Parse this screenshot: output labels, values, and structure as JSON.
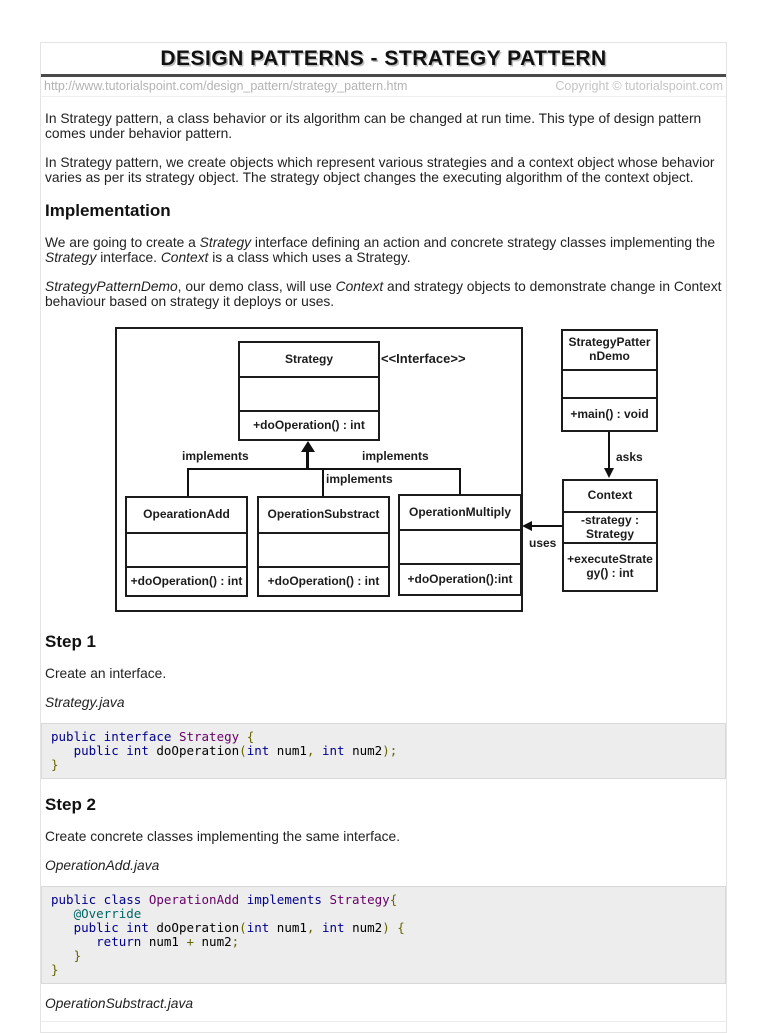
{
  "page": {
    "title": "DESIGN PATTERNS - STRATEGY PATTERN",
    "url": "http://www.tutorialspoint.com/design_pattern/strategy_pattern.htm",
    "copyright": "Copyright © tutorialspoint.com"
  },
  "intro": {
    "p1": [
      {
        "t": "In Strategy pattern, a class behavior or its algorithm can be changed at run time. This type of design pattern comes under behavior pattern."
      }
    ],
    "p2": [
      {
        "t": "In Strategy pattern, we create objects which represent various strategies and a context object whose behavior varies as per its strategy object. The strategy object changes the executing algorithm of the context object."
      }
    ]
  },
  "implementation": {
    "heading": "Implementation",
    "p1": [
      {
        "t": "We are going to create a "
      },
      {
        "t": "Strategy",
        "i": true
      },
      {
        "t": " interface defining an action and concrete strategy classes implementing the "
      },
      {
        "t": "Strategy",
        "i": true
      },
      {
        "t": " interface. "
      },
      {
        "t": "Context",
        "i": true
      },
      {
        "t": " is a class which uses a Strategy."
      }
    ],
    "p2": [
      {
        "t": "StrategyPatternDemo",
        "i": true
      },
      {
        "t": ", our demo class, will use "
      },
      {
        "t": "Context",
        "i": true
      },
      {
        "t": " and strategy objects to demonstrate change in Context behaviour based on strategy it deploys or uses."
      }
    ]
  },
  "diagram": {
    "stereotype": "<<Interface>>",
    "classes": {
      "strategy": {
        "name": "Strategy",
        "method": "+doOperation() : int"
      },
      "demo": {
        "name": "StrategyPatternDemo",
        "method": "+main() : void"
      },
      "context": {
        "name": "Context",
        "attr": "-strategy : Strategy",
        "method": "+executeStrategy() : int"
      },
      "add": {
        "name": "OpearationAdd",
        "method": "+doOperation() : int"
      },
      "sub": {
        "name": "OperationSubstract",
        "method": "+doOperation() : int"
      },
      "mul": {
        "name": "OperationMultiply",
        "method": "+doOperation():int"
      }
    },
    "labels": {
      "implements_left": "implements",
      "implements_right": "implements",
      "implements_mid": "implements",
      "asks": "asks",
      "uses": "uses"
    }
  },
  "steps": [
    {
      "heading": "Step 1",
      "desc": "Create an interface.",
      "filename": "Strategy.java"
    },
    {
      "heading": "Step 2",
      "desc": "Create concrete classes implementing the same interface.",
      "filename": "OperationAdd.java"
    }
  ],
  "next_filename": "OperationSubstract.java",
  "code_colors": {
    "keyword": "#000088",
    "type": "#660066",
    "punctuation": "#666600",
    "annotation": "#006666",
    "plain": "#000000",
    "background": "#ededed"
  },
  "code1": [
    [
      {
        "c": "kwd",
        "t": "public interface"
      },
      {
        "c": "pln",
        "t": " "
      },
      {
        "c": "typ",
        "t": "Strategy"
      },
      {
        "c": "pln",
        "t": " "
      },
      {
        "c": "pun",
        "t": "{"
      }
    ],
    [
      {
        "c": "pln",
        "t": "   "
      },
      {
        "c": "kwd",
        "t": "public"
      },
      {
        "c": "pln",
        "t": " "
      },
      {
        "c": "kwd",
        "t": "int"
      },
      {
        "c": "pln",
        "t": " doOperation"
      },
      {
        "c": "pun",
        "t": "("
      },
      {
        "c": "kwd",
        "t": "int"
      },
      {
        "c": "pln",
        "t": " num1"
      },
      {
        "c": "pun",
        "t": ","
      },
      {
        "c": "pln",
        "t": " "
      },
      {
        "c": "kwd",
        "t": "int"
      },
      {
        "c": "pln",
        "t": " num2"
      },
      {
        "c": "pun",
        "t": ");"
      }
    ],
    [
      {
        "c": "pun",
        "t": "}"
      }
    ]
  ],
  "code2": [
    [
      {
        "c": "kwd",
        "t": "public class"
      },
      {
        "c": "pln",
        "t": " "
      },
      {
        "c": "typ",
        "t": "OperationAdd"
      },
      {
        "c": "pln",
        "t": " "
      },
      {
        "c": "kwd",
        "t": "implements"
      },
      {
        "c": "pln",
        "t": " "
      },
      {
        "c": "typ",
        "t": "Strategy"
      },
      {
        "c": "pun",
        "t": "{"
      }
    ],
    [
      {
        "c": "pln",
        "t": "   "
      },
      {
        "c": "lit",
        "t": "@Override"
      }
    ],
    [
      {
        "c": "pln",
        "t": "   "
      },
      {
        "c": "kwd",
        "t": "public"
      },
      {
        "c": "pln",
        "t": " "
      },
      {
        "c": "kwd",
        "t": "int"
      },
      {
        "c": "pln",
        "t": " doOperation"
      },
      {
        "c": "pun",
        "t": "("
      },
      {
        "c": "kwd",
        "t": "int"
      },
      {
        "c": "pln",
        "t": " num1"
      },
      {
        "c": "pun",
        "t": ","
      },
      {
        "c": "pln",
        "t": " "
      },
      {
        "c": "kwd",
        "t": "int"
      },
      {
        "c": "pln",
        "t": " num2"
      },
      {
        "c": "pun",
        "t": ")"
      },
      {
        "c": "pln",
        "t": " "
      },
      {
        "c": "pun",
        "t": "{"
      }
    ],
    [
      {
        "c": "pln",
        "t": "      "
      },
      {
        "c": "kwd",
        "t": "return"
      },
      {
        "c": "pln",
        "t": " num1 "
      },
      {
        "c": "pun",
        "t": "+"
      },
      {
        "c": "pln",
        "t": " num2"
      },
      {
        "c": "pun",
        "t": ";"
      }
    ],
    [
      {
        "c": "pln",
        "t": "   "
      },
      {
        "c": "pun",
        "t": "}"
      }
    ],
    [
      {
        "c": "pun",
        "t": "}"
      }
    ]
  ]
}
